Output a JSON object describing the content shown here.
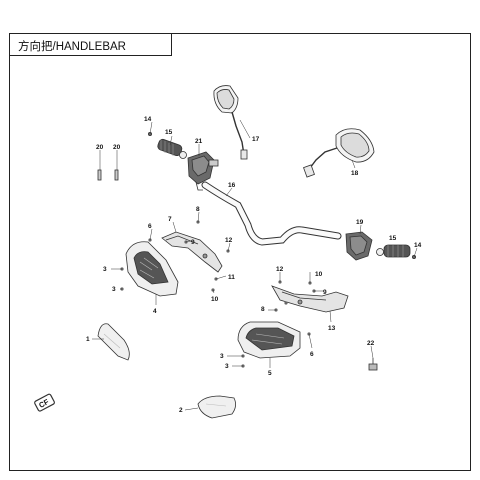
{
  "title": "方向把/HANDLEBAR",
  "logo_text": "CF",
  "callouts": [
    "1",
    "2",
    "3",
    "3",
    "3",
    "3",
    "4",
    "5",
    "6",
    "6",
    "7",
    "8",
    "8",
    "9",
    "9",
    "10",
    "10",
    "11",
    "12",
    "12",
    "13",
    "14",
    "14",
    "15",
    "15",
    "16",
    "17",
    "18",
    "19",
    "20",
    "20",
    "21",
    "22"
  ]
}
